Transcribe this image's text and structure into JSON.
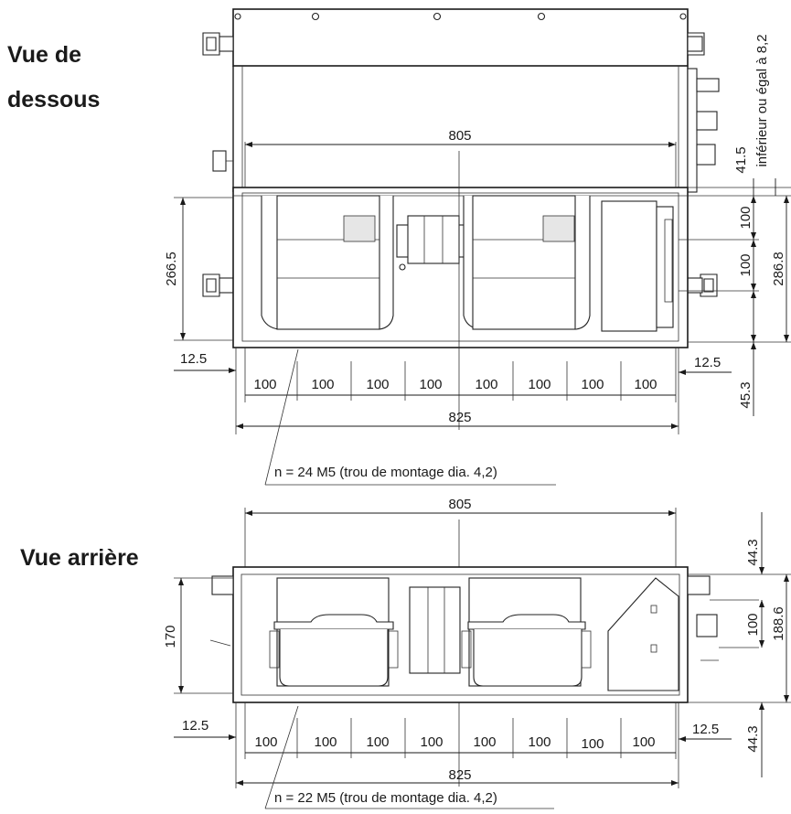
{
  "titles": {
    "bottom_view": [
      "Vue de",
      "dessous"
    ],
    "rear_view": "Vue arrière"
  },
  "bottom_view": {
    "dim_805": "805",
    "dim_825": "825",
    "dim_266_5": "266.5",
    "dim_12_5_left": "12.5",
    "dim_12_5_right": "12.5",
    "pitch_labels": [
      "100",
      "100",
      "100",
      "100",
      "100",
      "100",
      "100",
      "100"
    ],
    "dim_41_5": "41.5",
    "dim_max_8_2": "inférieur ou égal à 8,2",
    "dim_100_a": "100",
    "dim_100_b": "100",
    "dim_286_8": "286.8",
    "dim_45_3": "45.3",
    "note": "n = 24 M5 (trou de montage dia. 4,2)"
  },
  "rear_view": {
    "dim_805": "805",
    "dim_825": "825",
    "dim_170": "170",
    "dim_12_5_left": "12.5",
    "dim_12_5_right": "12.5",
    "pitch_labels": [
      "100",
      "100",
      "100",
      "100",
      "100",
      "100",
      "100",
      "100"
    ],
    "dim_44_3_top": "44.3",
    "dim_100": "100",
    "dim_188_6": "188.6",
    "dim_44_3_bottom": "44.3",
    "note": "n = 22 M5 (trou de montage dia. 4,2)"
  }
}
